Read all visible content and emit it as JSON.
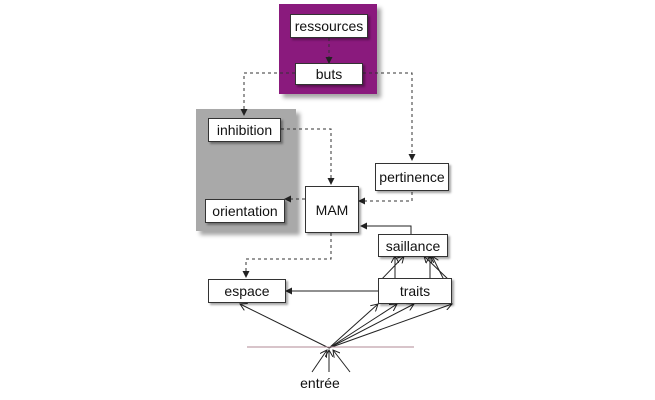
{
  "colors": {
    "motivation_panel": "#8a1a7d",
    "control_panel": "#a9a9a9",
    "input_line": "#b08a96",
    "box_border": "#333333"
  },
  "nodes": {
    "ressources": "ressources",
    "buts": "buts",
    "inhibition": "inhibition",
    "orientation": "orientation",
    "mam": "MAM",
    "pertinence": "pertinence",
    "saillance": "saillance",
    "traits": "traits",
    "espace": "espace",
    "entree": "entrée"
  }
}
